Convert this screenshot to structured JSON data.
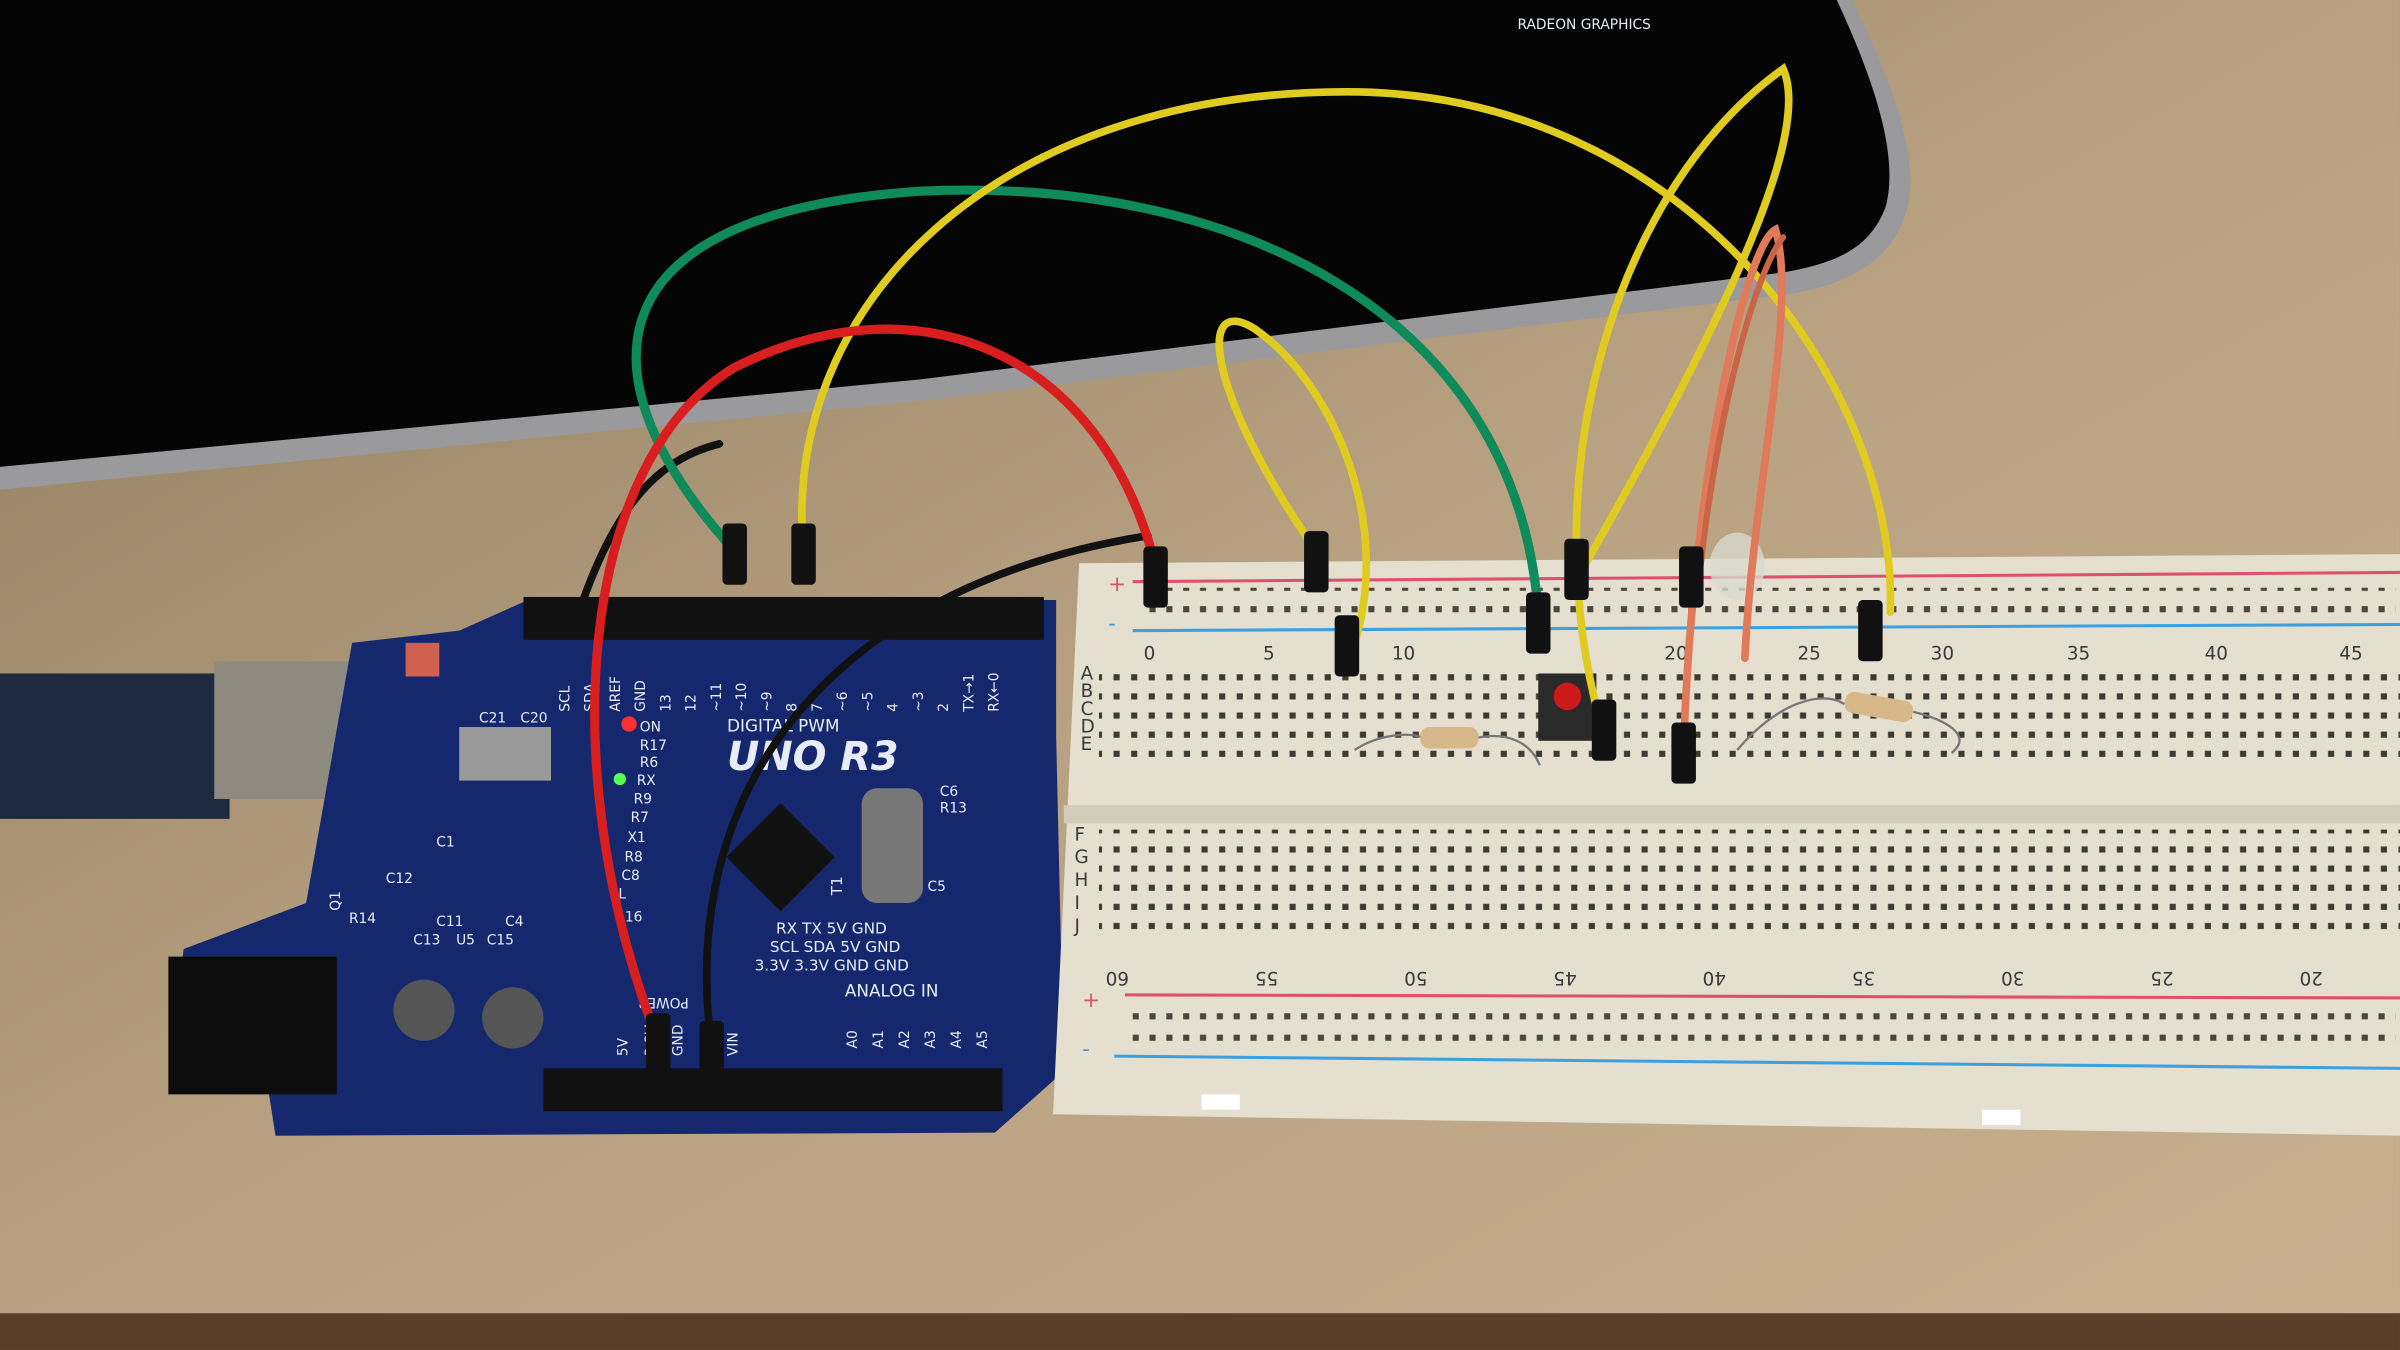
{
  "laptop": {
    "brand_sticker": "RADEON GRAPHICS"
  },
  "arduino": {
    "model": "UNO R3",
    "digital_header": "DIGITAL PWM",
    "digital_pins": [
      "SCL",
      "SDA",
      "AREF",
      "GND",
      "13",
      "12",
      "~11",
      "~10",
      "~9",
      "8",
      "7",
      "~6",
      "~5",
      "4",
      "~3",
      "2",
      "TX→1",
      "RX←0"
    ],
    "led_labels": [
      "ON",
      "R17",
      "R6",
      "RX",
      "R9",
      "R7",
      "X1",
      "R8",
      "C8",
      "L",
      "R16"
    ],
    "component_labels": [
      "C21",
      "C20",
      "C1",
      "C12",
      "C11",
      "C4",
      "C13",
      "C15",
      "U5",
      "R14",
      "T1",
      "C6",
      "R13",
      "C5",
      "Q1"
    ],
    "icsp_rows": [
      "RX  TX  5V  GND",
      "SCL  SDA  5V  GND",
      "3.3V  3.3V  GND  GND"
    ],
    "power_header": "POWER",
    "power_pins": [
      "5V",
      "3.3V",
      "GND",
      "GND",
      "VIN"
    ],
    "analog_header": "ANALOG IN",
    "analog_pins": [
      "A0",
      "A1",
      "A2",
      "A3",
      "A4",
      "A5"
    ]
  },
  "breadboard": {
    "rail_plus": "+",
    "rail_minus": "-",
    "top_numbers": [
      "0",
      "5",
      "10",
      "20",
      "25",
      "30",
      "35",
      "40",
      "45"
    ],
    "bottom_numbers": [
      "60",
      "55",
      "50",
      "45",
      "40",
      "35",
      "30",
      "25",
      "20"
    ],
    "rows_top": [
      "A",
      "B",
      "C",
      "D",
      "E"
    ],
    "rows_bottom": [
      "F",
      "G",
      "H",
      "I",
      "J"
    ]
  },
  "colors": {
    "board": "#15286e",
    "breadboard": "#e4dfcf",
    "rail_red": "#e0506e",
    "rail_blue": "#3aa0e0",
    "wire_green": "#0f8a5a",
    "wire_yellow": "#e0cc20",
    "wire_red": "#d81e1e",
    "wire_salmon": "#e07a5a",
    "desk": "#b39c7c"
  }
}
